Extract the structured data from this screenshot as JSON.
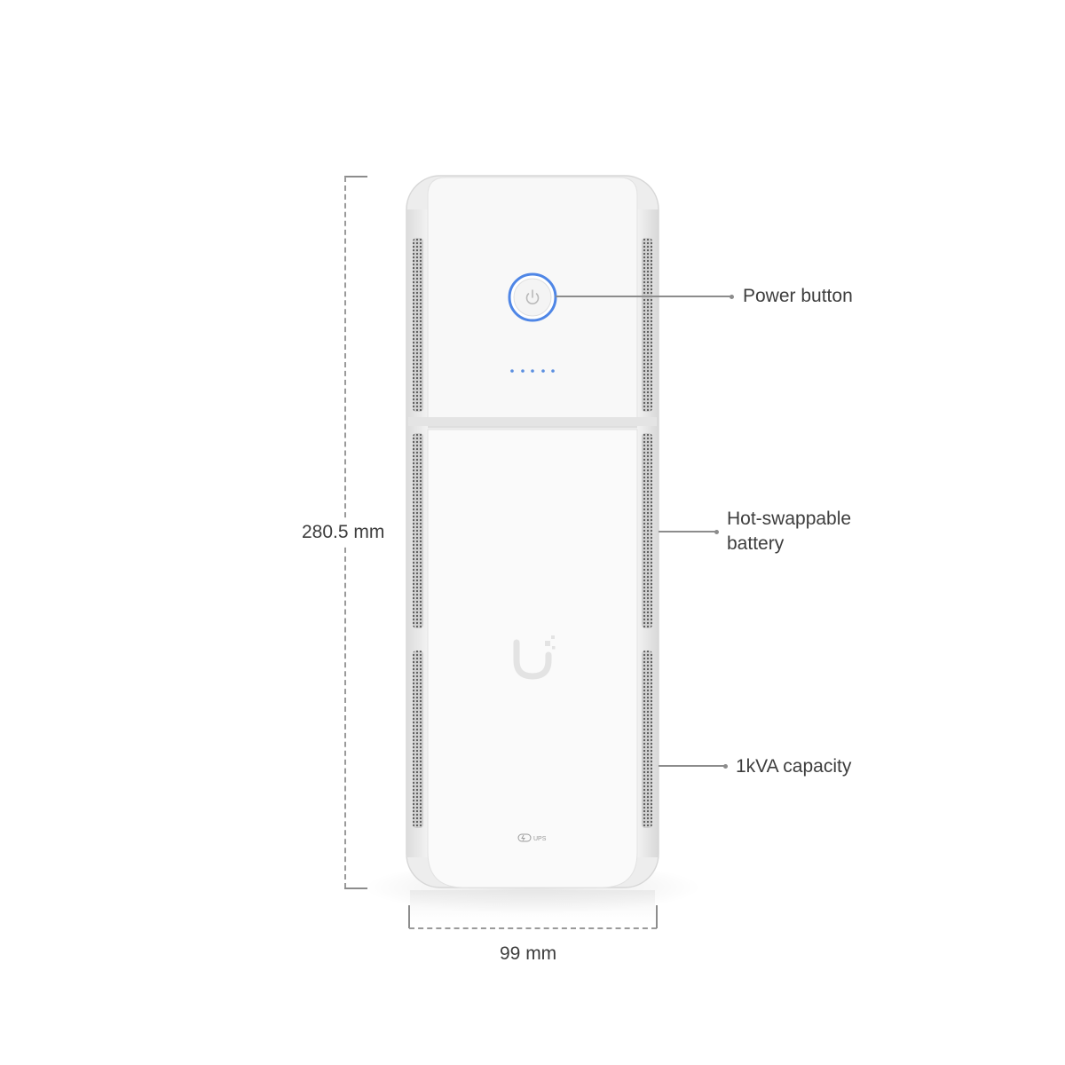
{
  "dimensions": {
    "height_label": "280.5 mm",
    "width_label": "99 mm"
  },
  "callouts": [
    {
      "label": "Power button"
    },
    {
      "label": "Hot-swappable",
      "label_line2": "battery"
    },
    {
      "label": "1kVA capacity"
    }
  ],
  "device": {
    "badge_text": "UPS",
    "logo_icon": "ubiquiti-u-logo-icon",
    "power_icon": "power-icon",
    "status_led_count": 5,
    "colors": {
      "body": "#f7f7f7",
      "accent_blue": "#4f86e6",
      "led_blue": "#5a8fe0",
      "grille": "#6a6a6a"
    }
  }
}
